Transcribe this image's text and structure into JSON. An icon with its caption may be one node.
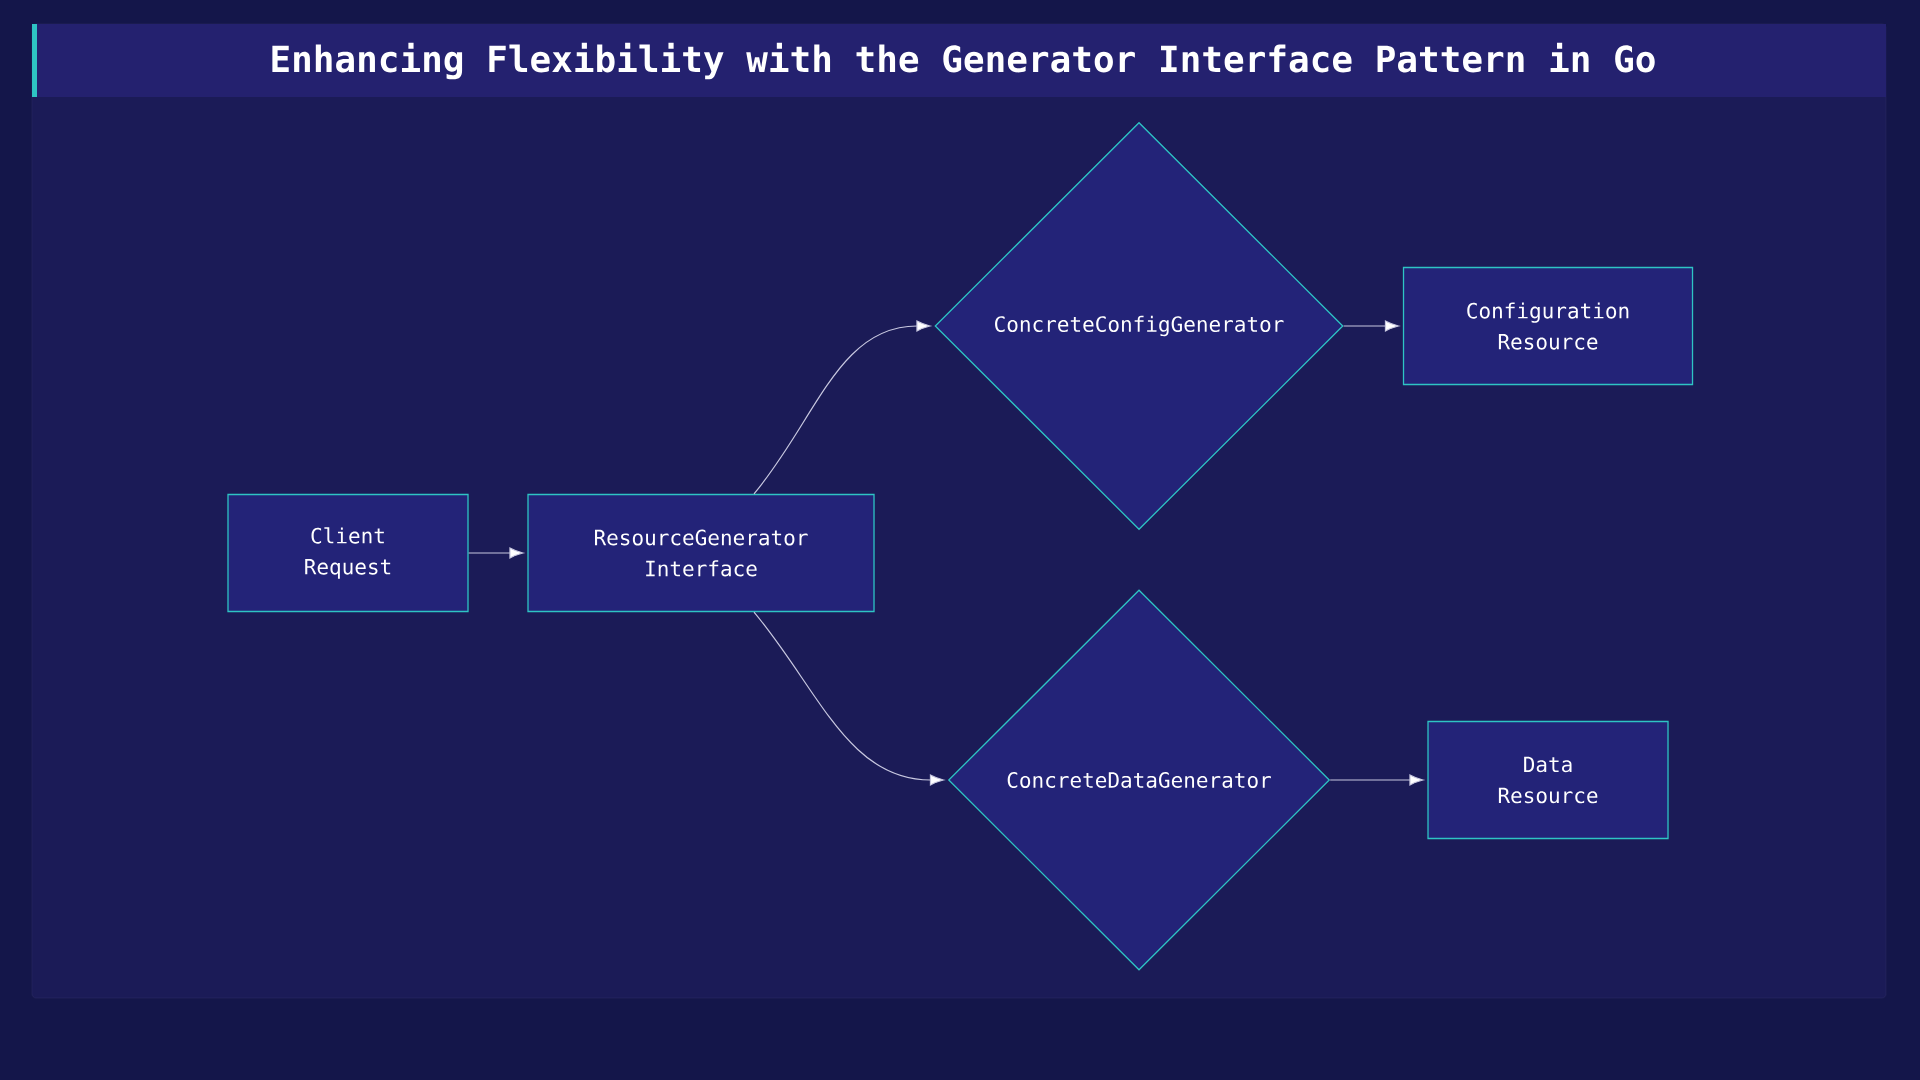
{
  "diagram": {
    "title": "Enhancing Flexibility with the Generator Interface Pattern in Go",
    "nodes": [
      {
        "text": [
          "Client Request"
        ]
      },
      {
        "text": [
          "ResourceGenerator Interface"
        ]
      },
      {
        "text": [
          "ConcreteConfigGenerator"
        ]
      },
      {
        "text": [
          "Configuration Resource"
        ]
      },
      {
        "text": [
          "ConcreteDataGenerator"
        ]
      },
      {
        "text": [
          "Data Resource"
        ]
      }
    ],
    "edges": [
      {
        "from": 0,
        "to": 1,
        "arrow": "to"
      },
      {
        "from": 1,
        "to": 2,
        "arrow": "to"
      },
      {
        "from": 1,
        "to": 4,
        "arrow": "to"
      },
      {
        "from": 2,
        "to": 3,
        "arrow": "to"
      },
      {
        "from": 4,
        "to": 5,
        "arrow": "to"
      }
    ]
  }
}
